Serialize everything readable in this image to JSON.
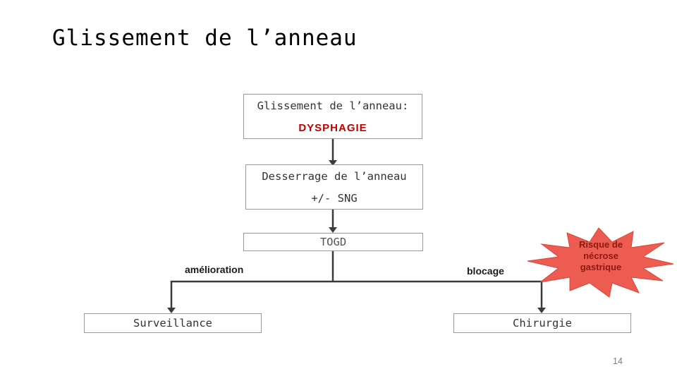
{
  "slide": {
    "title": "Glissement de l’anneau",
    "page_number": "14"
  },
  "flowchart": {
    "box_dysphagie": {
      "line1": "Glissement de l’anneau:",
      "line2": "DYSPHAGIE"
    },
    "box_desserrage": {
      "line1": "Desserrage de l’anneau",
      "line2": "+/- SNG"
    },
    "box_togd": {
      "label": "TOGD"
    },
    "branch_left_label": "amélioration",
    "branch_right_label": "blocage",
    "box_surveillance": {
      "label": "Surveillance"
    },
    "box_chirurgie": {
      "label": "Chirurgie"
    }
  },
  "starburst": {
    "line1": "Risque de",
    "line2": "nécrose",
    "line3": "gastrique"
  },
  "colors": {
    "dysphagie_red": "#c00000",
    "starburst_fill": "#ed5c51",
    "starburst_text": "#8b1a10",
    "connector": "#3b3b3b",
    "box_border": "#999999"
  }
}
